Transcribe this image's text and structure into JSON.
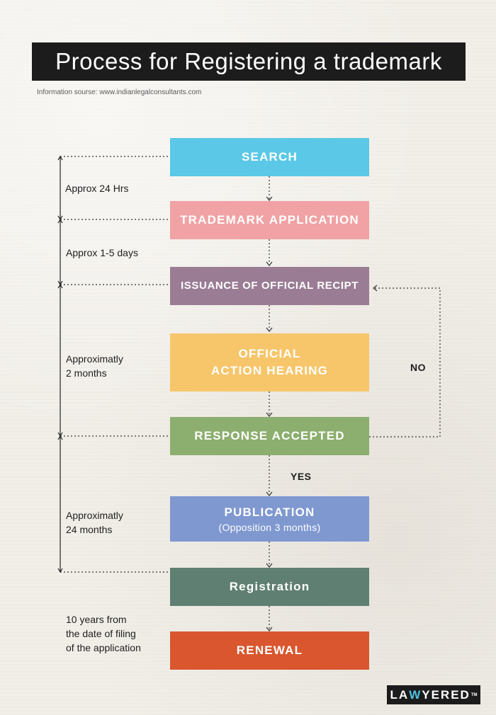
{
  "header": {
    "title": "Process for Registering a trademark",
    "source": "Information sourse: www.indianlegalconsultants.com"
  },
  "steps": [
    {
      "id": "search",
      "label": "SEARCH",
      "sub": "",
      "color": "#5ac8e6"
    },
    {
      "id": "application",
      "label": "TRADEMARK APPLICATION",
      "sub": "",
      "color": "#f0a2a4"
    },
    {
      "id": "receipt",
      "label": "ISSUANCE OF OFFICIAL RECIPT",
      "sub": "",
      "color": "#9a7c94"
    },
    {
      "id": "hearing",
      "label": "OFFICIAL",
      "label2": "ACTION HEARING",
      "sub": "",
      "color": "#f7c66b"
    },
    {
      "id": "accepted",
      "label": "RESPONSE ACCEPTED",
      "sub": "",
      "color": "#8cae6e"
    },
    {
      "id": "publication",
      "label": "PUBLICATION",
      "sub": "(Opposition 3 months)",
      "color": "#7f98d0"
    },
    {
      "id": "registration",
      "label": "Registration",
      "sub": "",
      "color": "#5f7f72"
    },
    {
      "id": "renewal",
      "label": "RENEWAL",
      "sub": "",
      "color": "#d9562e"
    }
  ],
  "durations": {
    "d1": "Approx 24 Hrs",
    "d2": "Approx 1-5 days",
    "d3_line1": "Approximatly",
    "d3_line2": "2 months",
    "d4_line1": "Approximatly",
    "d4_line2": "24 months",
    "d5_line1": "10 years from",
    "d5_line2": "the date of filing",
    "d5_line3": "of the application"
  },
  "decisions": {
    "no": "NO",
    "yes": "YES"
  },
  "logo": {
    "text_pre": "LA",
    "text_w": "W",
    "text_post": "YERED",
    "tm": "TM",
    "w_color": "#4ec1e0"
  },
  "colors": {
    "title_bg": "#1c1c1c",
    "background": "#f2efe9",
    "connector": "#333333"
  }
}
